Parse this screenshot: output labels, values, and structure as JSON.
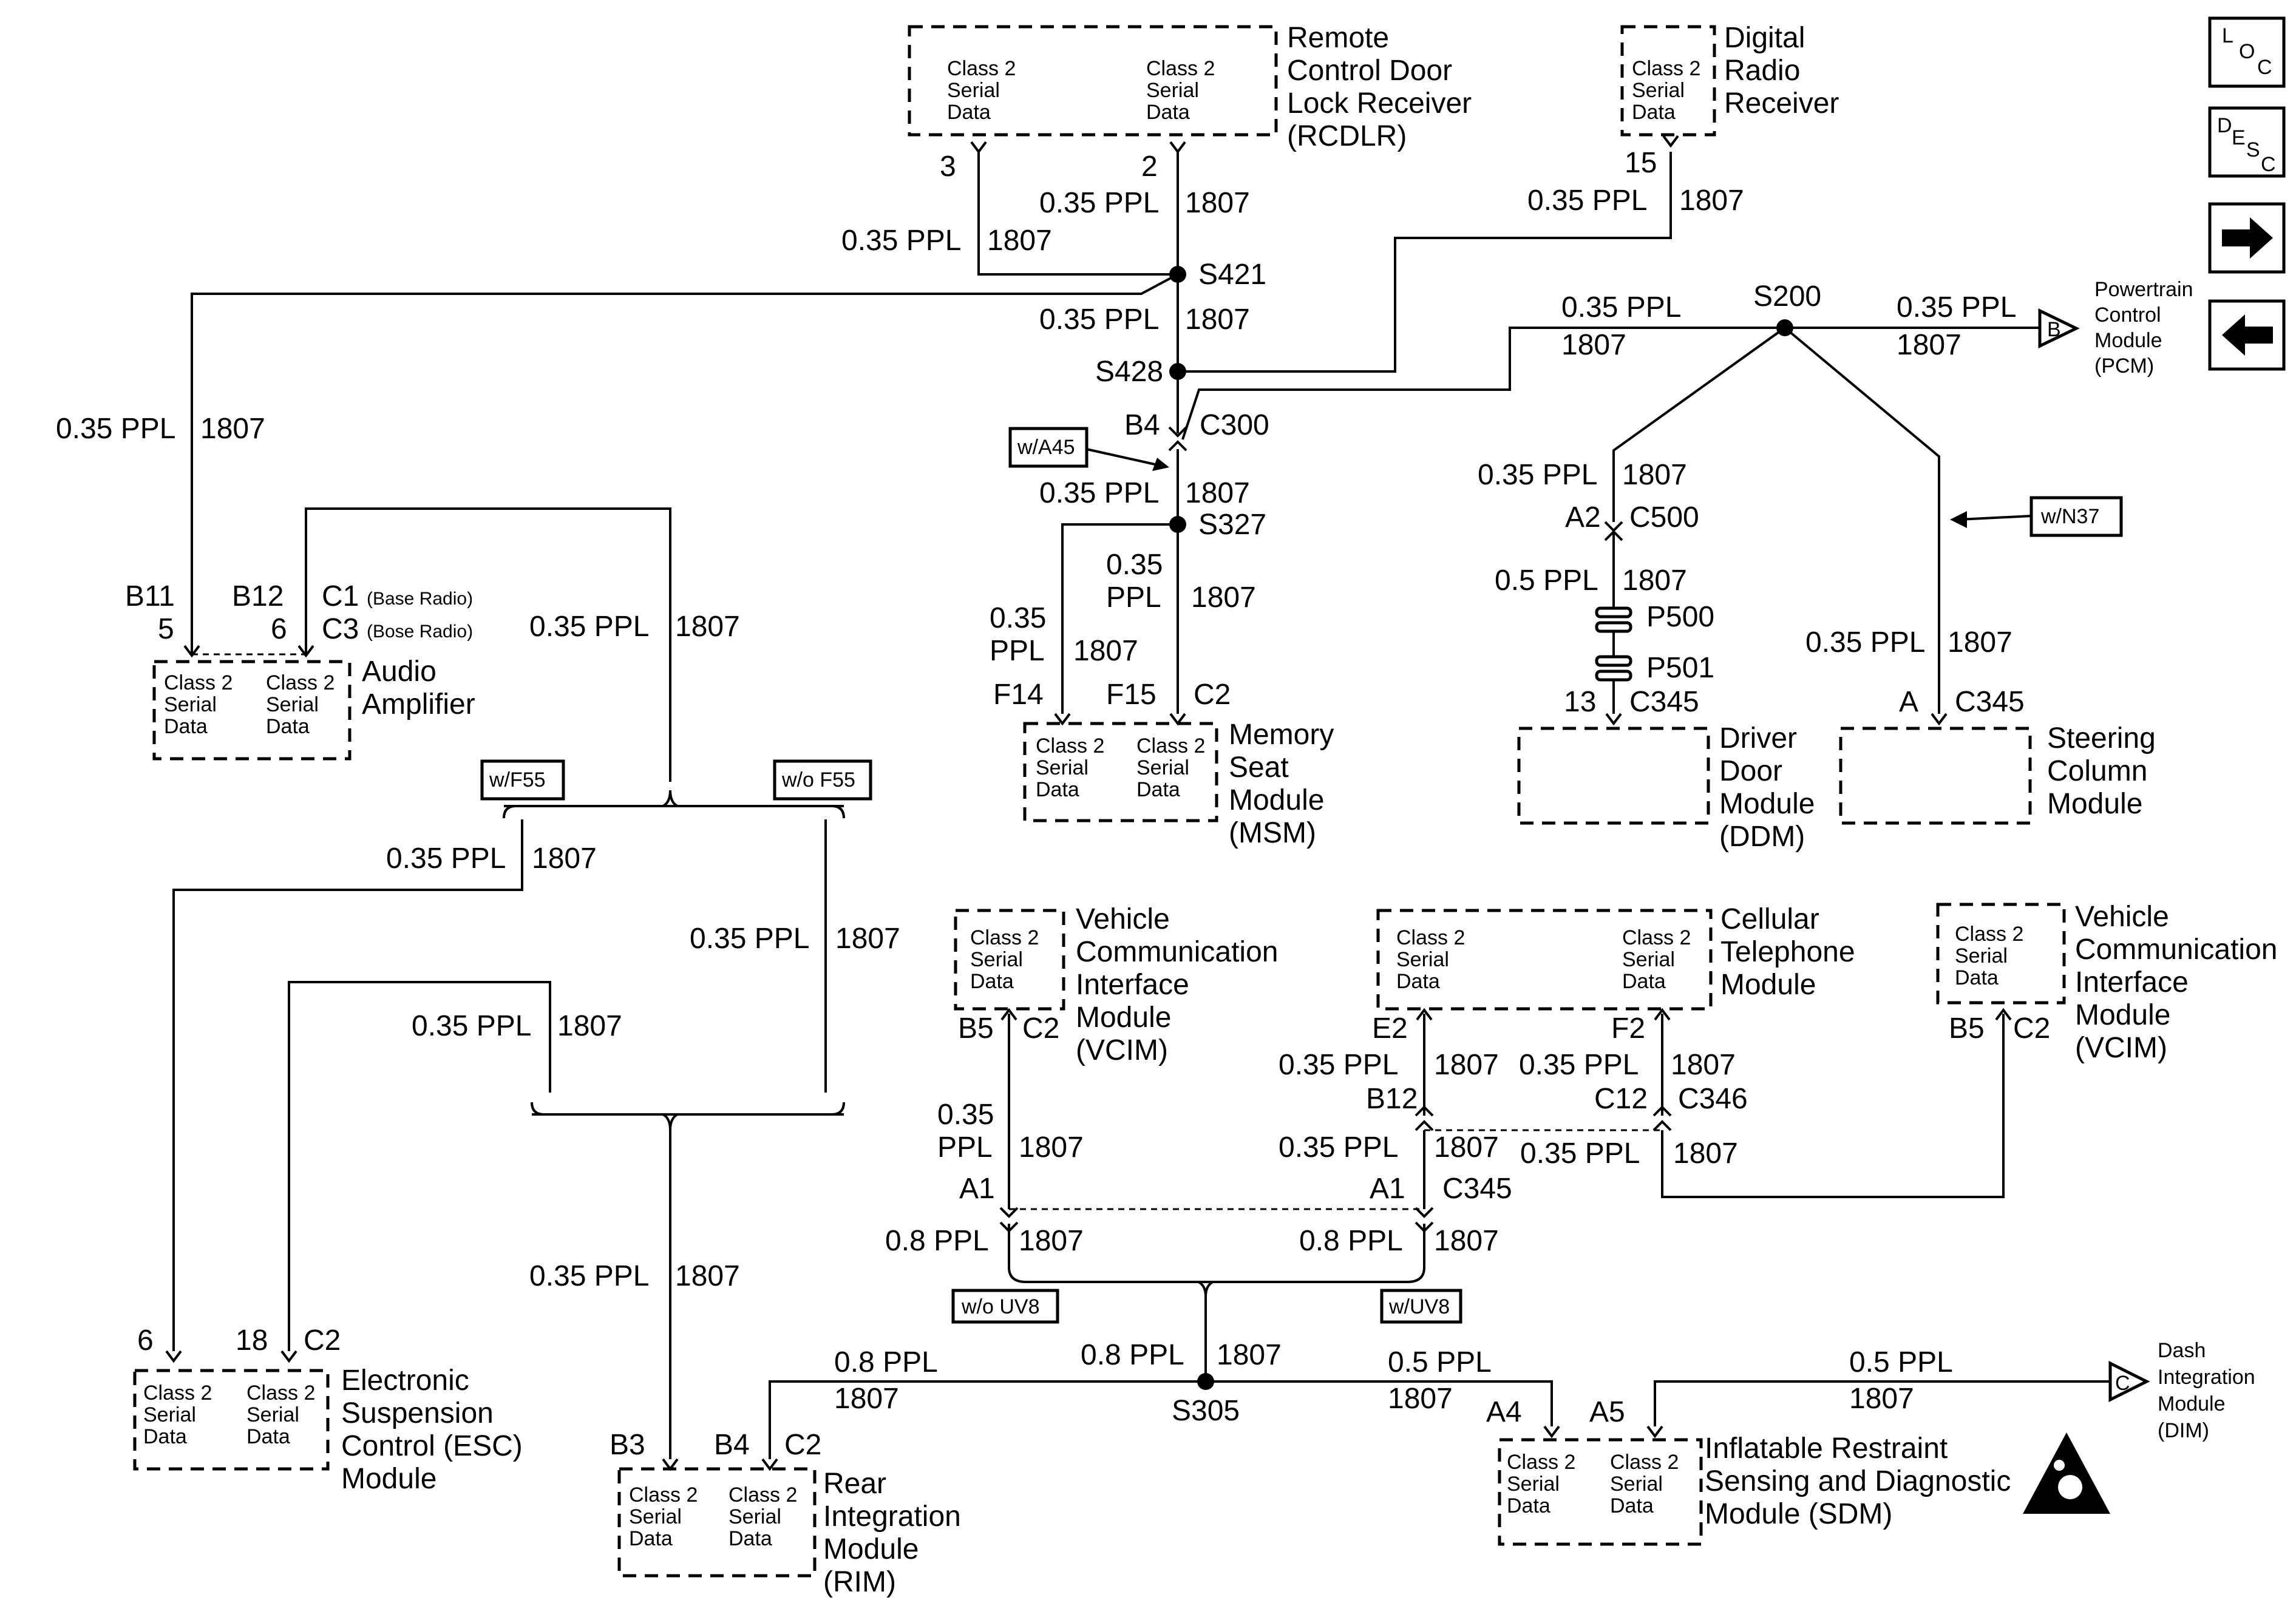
{
  "nav": {
    "loc_label": "LOC",
    "desc_label": "DESC",
    "next_icon": "arrow-right-icon",
    "prev_icon": "arrow-left-icon"
  },
  "labels": {
    "csd1": "Class 2",
    "csd2": "Serial",
    "csd3": "Data",
    "wire": "0.35 PPL",
    "wire_a": "0.35",
    "wire_b": "PPL",
    "wire05": "0.5 PPL",
    "wire08": "0.8 PPL",
    "circuit": "1807"
  },
  "components": {
    "rcdlr": [
      "Remote",
      "Control Door",
      "Lock Receiver",
      "(RCDLR)"
    ],
    "drr": [
      "Digital",
      "Radio",
      "Receiver"
    ],
    "pcm": [
      "Powertrain",
      "Control",
      "Module",
      "(PCM)"
    ],
    "amp": [
      "Audio",
      "Amplifier"
    ],
    "msm": [
      "Memory",
      "Seat",
      "Module",
      "(MSM)"
    ],
    "ddm": [
      "Driver",
      "Door",
      "Module",
      "(DDM)"
    ],
    "scm": [
      "Steering",
      "Column",
      "Module"
    ],
    "esc": [
      "Electronic",
      "Suspension",
      "Control (ESC)",
      "Module"
    ],
    "vcim": [
      "Vehicle",
      "Communication",
      "Interface",
      "Module",
      "(VCIM)"
    ],
    "ctm": [
      "Cellular",
      "Telephone",
      "Module"
    ],
    "rim": [
      "Rear",
      "Integration",
      "Module",
      "(RIM)"
    ],
    "sdm": [
      "Inflatable Restraint",
      "Sensing and Diagnostic",
      "Module (SDM)"
    ],
    "dim": [
      "Dash",
      "Integration",
      "Module",
      "(DIM)"
    ]
  },
  "splices": [
    "S421",
    "S428",
    "S327",
    "S200",
    "S305"
  ],
  "connectors": [
    "C300",
    "C500",
    "P500",
    "P501",
    "C345",
    "C346",
    "C1",
    "C2"
  ],
  "terminals": [
    "3",
    "2",
    "15",
    "B4",
    "A2",
    "13",
    "A",
    "B11",
    "5",
    "B12",
    "6",
    "F14",
    "F15",
    "18",
    "B5",
    "E2",
    "F2",
    "A1",
    "C12",
    "B3",
    "A4",
    "A5"
  ],
  "amp_connector_notes": {
    "c1": "C1",
    "c1_note": "(Base Radio)",
    "c3": "C3",
    "c3_note": "(Bose Radio)"
  },
  "options": {
    "a45": "w/A45",
    "n37": "w/N37",
    "f55": "w/F55",
    "no_f55": "w/o F55",
    "no_uv8": "w/o UV8",
    "uv8": "w/UV8"
  },
  "offpage": {
    "pcm": "B",
    "dim": "C"
  },
  "icons": [
    "arrow-right-icon",
    "arrow-left-icon",
    "airbag-warning-icon"
  ]
}
